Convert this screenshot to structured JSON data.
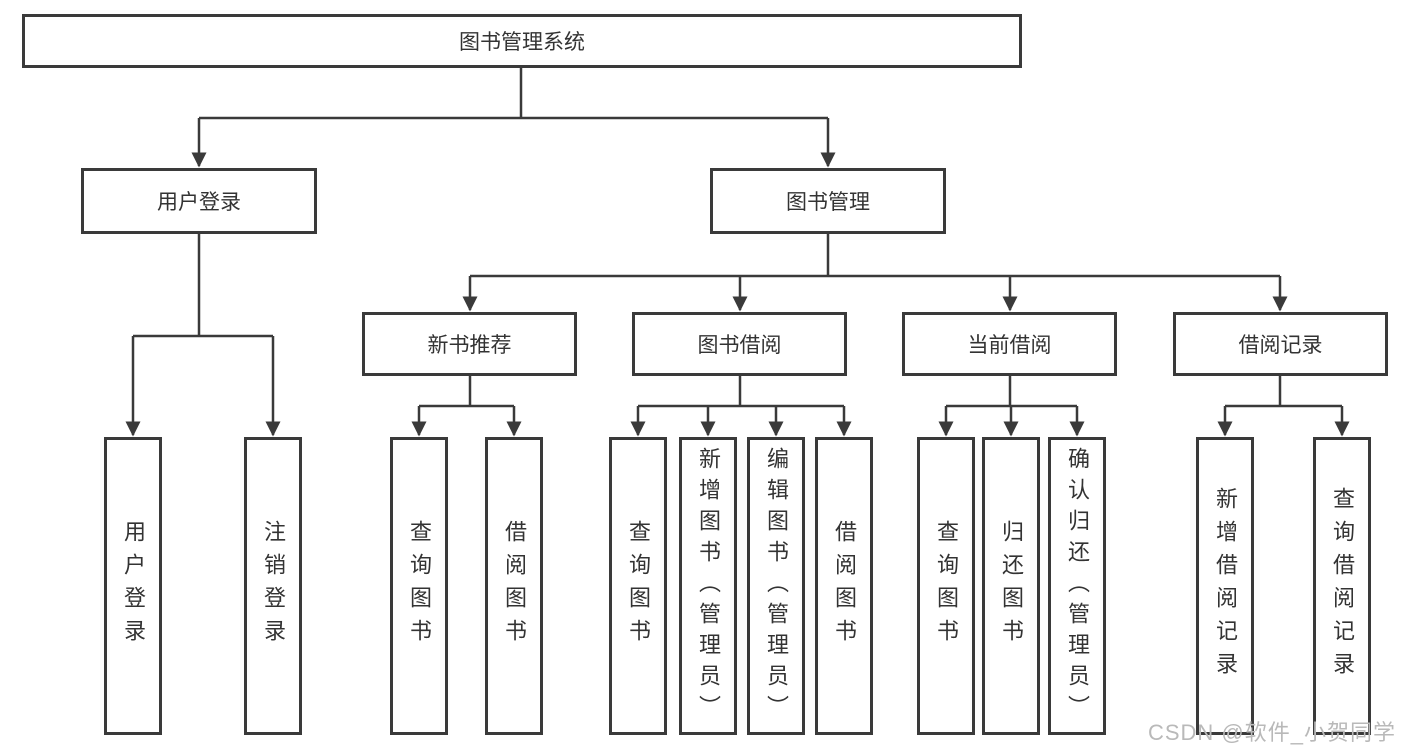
{
  "diagram": {
    "title": "图书管理系统",
    "root": "图书管理系统",
    "branches": [
      {
        "label": "用户登录",
        "children": [
          "用户登录",
          "注销登录"
        ]
      },
      {
        "label": "图书管理",
        "children": [
          {
            "label": "新书推荐",
            "children": [
              "查询图书",
              "借阅图书"
            ]
          },
          {
            "label": "图书借阅",
            "children": [
              "查询图书",
              "新增图书（管理员）",
              "编辑图书（管理员）",
              "借阅图书"
            ]
          },
          {
            "label": "当前借阅",
            "children": [
              "查询图书",
              "归还图书",
              "确认归还（管理员）"
            ]
          },
          {
            "label": "借阅记录",
            "children": [
              "新增借阅记录",
              "查询借阅记录"
            ]
          }
        ]
      }
    ]
  },
  "watermark": {
    "text": "CSDN @软件_小贺同学",
    "color": "#b9b9b9"
  },
  "colors": {
    "line": "#3a3a3a",
    "text": "#333333",
    "background": "#ffffff"
  }
}
